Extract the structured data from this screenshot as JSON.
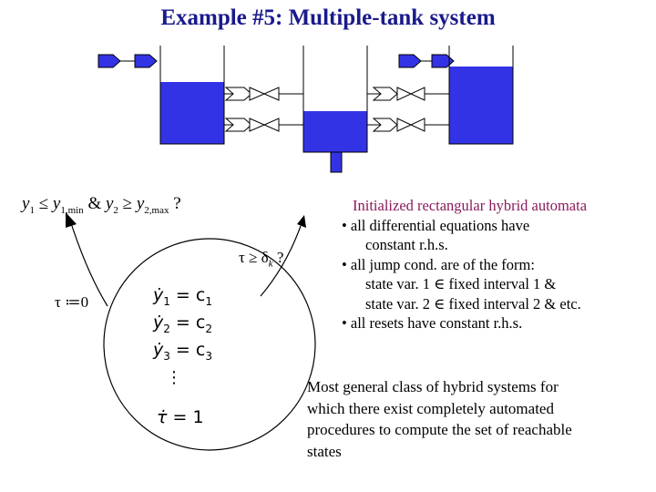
{
  "title": "Example #5: Multiple-tank system",
  "condition": {
    "y1": "y",
    "y1_sub": "1",
    "le": " ≤ ",
    "y1min": "y",
    "y1min_sub": "1,min",
    "amp": " & ",
    "y2": "y",
    "y2_sub": "2",
    "ge": " ≥ ",
    "y2max": "y",
    "y2max_sub": "2,max",
    "q": " ?"
  },
  "guard": "τ ≥ δ",
  "guard_sub": "k",
  "guard_q": " ?",
  "reset": "τ ≔0",
  "odes": [
    {
      "lhs": "ẏ",
      "sub": "1",
      "rhs": " = c",
      "rsub": "1"
    },
    {
      "lhs": "ẏ",
      "sub": "2",
      "rhs": " = c",
      "rsub": "2"
    },
    {
      "lhs": "ẏ",
      "sub": "3",
      "rhs": " = c",
      "rsub": "3"
    }
  ],
  "ode_dots": "⋮",
  "tau_ode": {
    "lhs": "τ̇",
    "rhs": " = 1"
  },
  "right_block": {
    "title": "Initialized rectangular hybrid automata",
    "lines": [
      "• all differential equations have",
      "constant r.h.s.",
      "• all jump cond. are of the form:",
      "state var. 1 ∈ fixed interval 1 &",
      "state var. 2 ∈ fixed interval 2 & etc.",
      "• all resets have constant r.h.s."
    ]
  },
  "bottom_block": [
    "Most general class of hybrid systems for",
    "which there exist completely automated",
    "procedures to compute the set of reachable",
    "states"
  ],
  "colors": {
    "title": "#1a1a8c",
    "tank_fill": "#3333e6",
    "highlight": "#8b1a5c"
  }
}
